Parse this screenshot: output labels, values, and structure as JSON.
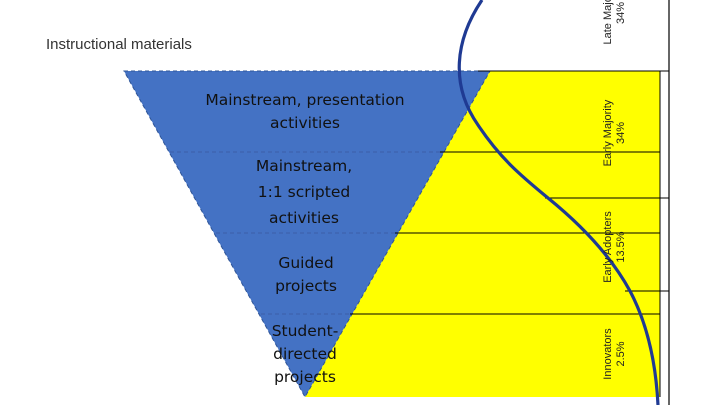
{
  "header": {
    "title": "Instructional materials"
  },
  "funnel": {
    "levels": [
      {
        "lines": [
          "Mainstream, presentation",
          "activities"
        ]
      },
      {
        "lines": [
          "Mainstream,",
          "1:1 scripted",
          "activities"
        ]
      },
      {
        "lines": [
          "Guided",
          "projects"
        ]
      },
      {
        "lines": [
          "Student-",
          "directed",
          "projects"
        ]
      }
    ]
  },
  "adoption_segments": [
    {
      "label": "Late Majority",
      "percent": "34%"
    },
    {
      "label": "Early Majority",
      "percent": "34%"
    },
    {
      "label": "Early Adopters",
      "percent": "13.5%"
    },
    {
      "label": "Innovators",
      "percent": "2.5%"
    }
  ],
  "colors": {
    "funnel_fill": "#4472c4",
    "highlight_fill": "#ffff00",
    "curve_stroke": "#1f3a93",
    "grid_line": "#000000"
  }
}
